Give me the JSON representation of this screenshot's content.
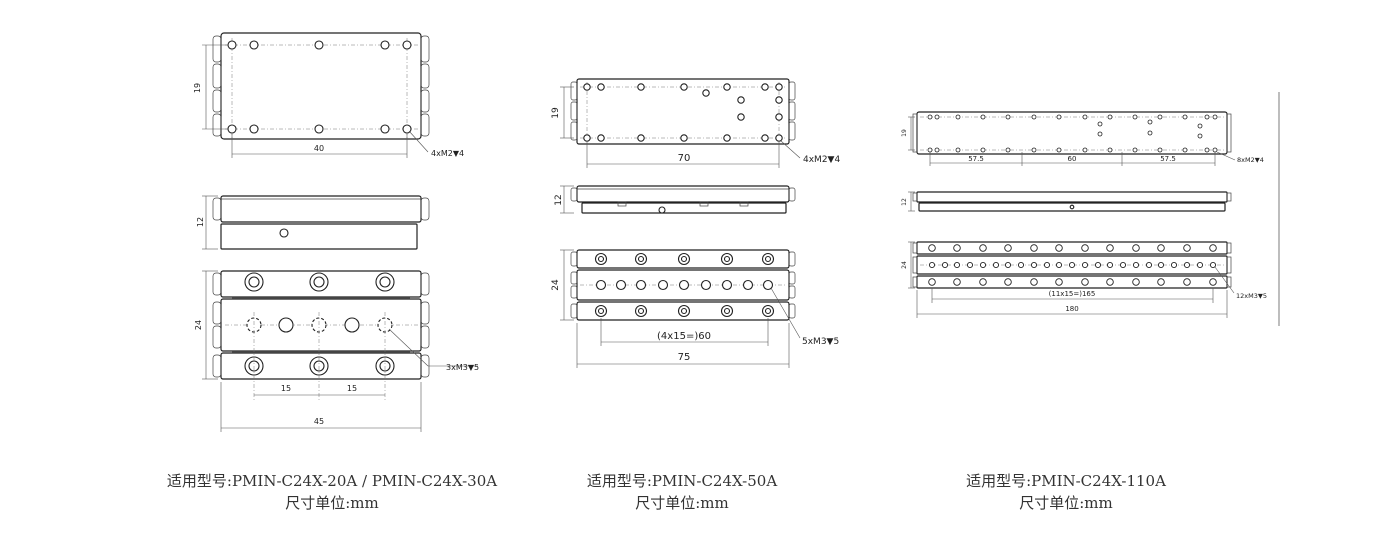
{
  "groups": [
    {
      "model_caption": "适用型号:PMIN-C24X-20A / PMIN-C24X-30A",
      "unit_caption": "尺寸单位:mm",
      "dims": {
        "top_w": "40",
        "top_h": "19",
        "side_h": "12",
        "front_h": "24",
        "pitch_a": "15",
        "pitch_b": "15",
        "front_w": "45"
      },
      "callouts": {
        "top": "4xM2▼4",
        "front": "3xM3▼5"
      }
    },
    {
      "model_caption": "适用型号:PMIN-C24X-50A",
      "unit_caption": "尺寸单位:mm",
      "dims": {
        "top_w": "70",
        "top_h": "19",
        "side_h": "12",
        "front_h": "24",
        "pitch": "(4x15=)60",
        "front_w": "75"
      },
      "callouts": {
        "top": "4xM2▼4",
        "front": "5xM3▼5"
      }
    },
    {
      "model_caption": "适用型号:PMIN-C24X-110A",
      "unit_caption": "尺寸单位:mm",
      "dims": {
        "top_h": "19",
        "seg1": "57.5",
        "seg2": "60",
        "seg3": "57.5",
        "side_h": "12",
        "front_h": "24",
        "pitch": "(11x15=)165",
        "front_w": "180"
      },
      "callouts": {
        "top": "8xM2▼4",
        "front": "12xM3▼5"
      }
    }
  ]
}
